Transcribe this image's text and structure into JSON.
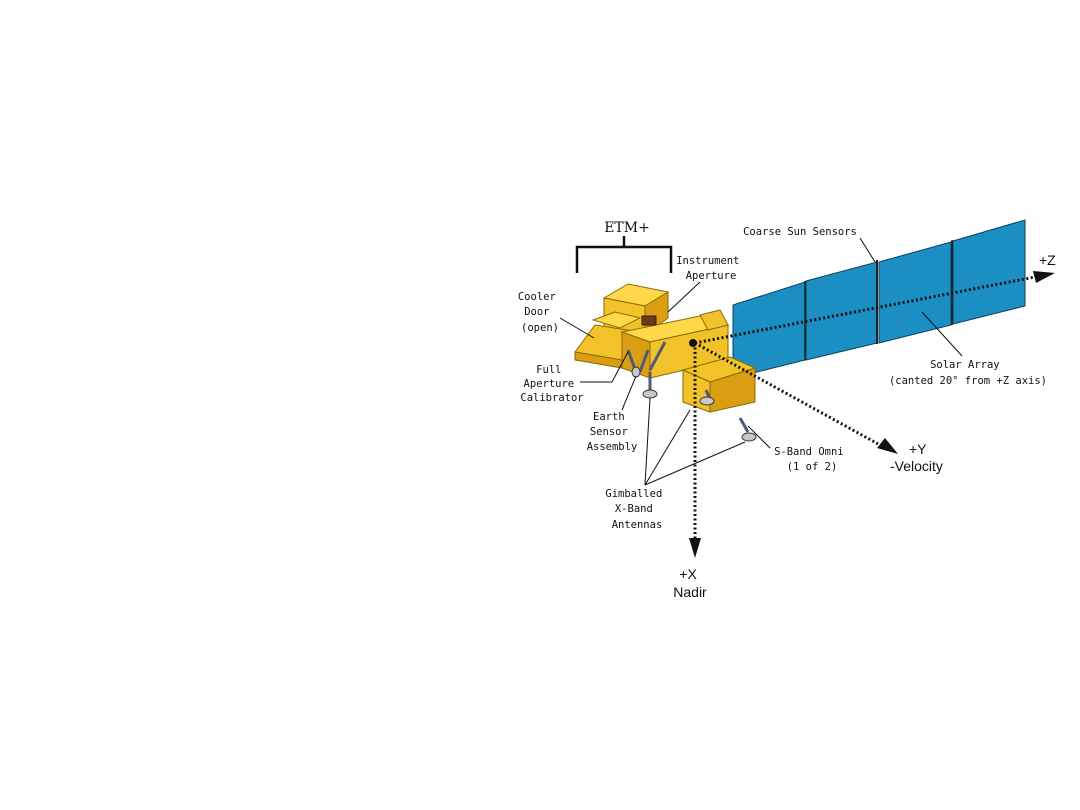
{
  "diagram": {
    "instrument_label": "ETM+",
    "labels": {
      "coarse_sun_sensors": "Coarse Sun Sensors",
      "instrument_aperture": [
        "Instrument",
        "Aperture"
      ],
      "cooler_door": [
        "Cooler",
        "Door",
        "(open)"
      ],
      "full_aperture_calibrator": [
        "Full",
        "Aperture",
        "Calibrator"
      ],
      "earth_sensor_assembly": [
        "Earth",
        "Sensor",
        "Assembly"
      ],
      "gimballed_antennas": [
        "Gimballed",
        "X-Band",
        "Antennas"
      ],
      "s_band_omni": [
        "S-Band Omni",
        "(1 of 2)"
      ],
      "solar_array": [
        "Solar Array",
        "(canted 20° from +Z axis)"
      ]
    },
    "axes": {
      "z": "+Z",
      "y": [
        "+Y",
        "-Velocity"
      ],
      "x": [
        "+X",
        "Nadir"
      ]
    },
    "colors": {
      "spacecraft_body": "#f2c22a",
      "solar_array": "#1b8ec4",
      "struts": "#505a78",
      "background": "#ffffff"
    }
  }
}
